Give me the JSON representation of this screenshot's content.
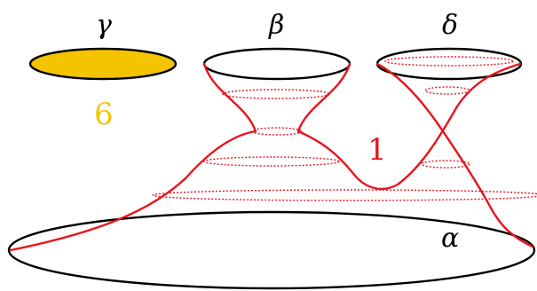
{
  "labels": {
    "gamma": "γ",
    "beta": "β",
    "delta": "δ",
    "alpha": "α",
    "six": "6",
    "one": "1"
  },
  "colors": {
    "ink": "#000000",
    "red": "#e8141e",
    "gold": "#f5c400",
    "background": "#ffffff"
  }
}
